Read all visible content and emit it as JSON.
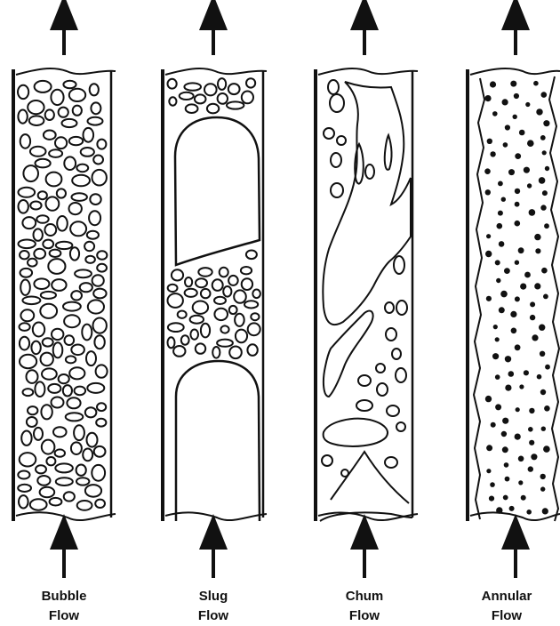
{
  "colors": {
    "ink": "#111111",
    "background": "#ffffff"
  },
  "regimes": [
    {
      "id": "bubble",
      "line1": "Bubble",
      "line2": "Flow"
    },
    {
      "id": "slug",
      "line1": "Slug",
      "line2": "Flow"
    },
    {
      "id": "churn",
      "line1": "Chum",
      "line2": "Flow"
    },
    {
      "id": "annular",
      "line1": "Annular",
      "line2": "Flow"
    }
  ]
}
